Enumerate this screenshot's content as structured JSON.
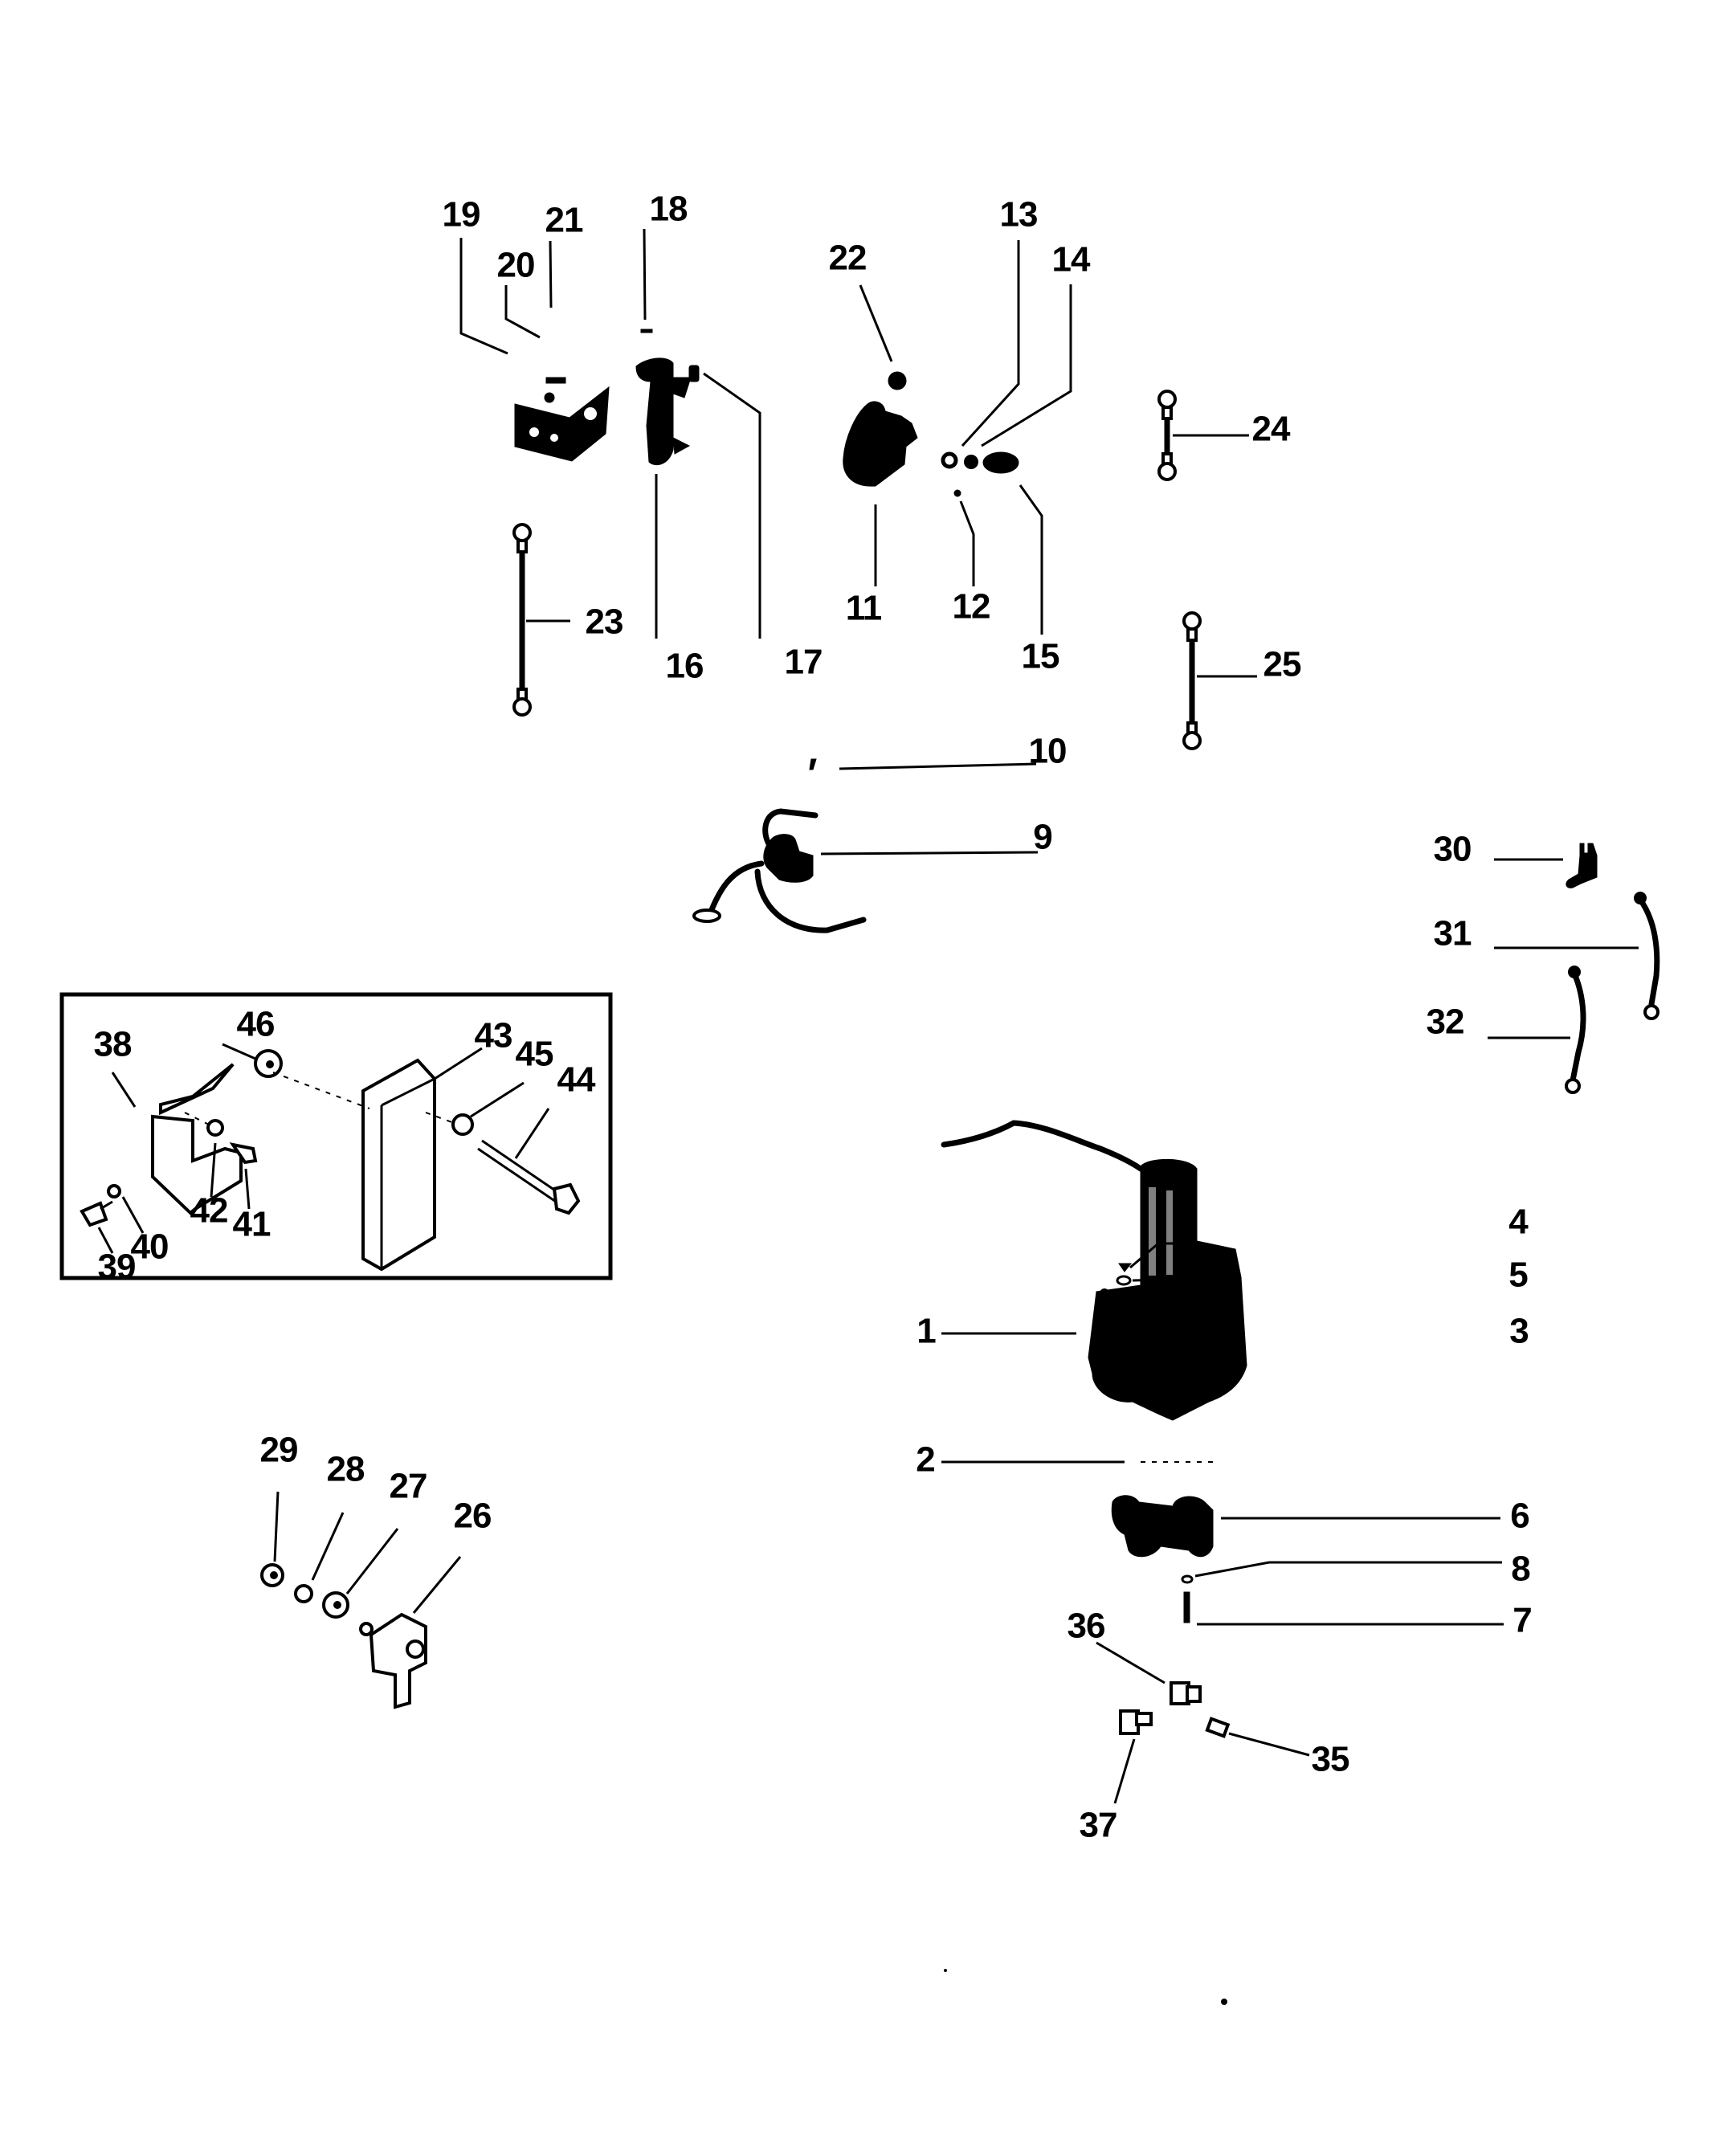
{
  "diagram": {
    "title": "Exploded parts view - trim pump and electrical components",
    "background": "#ffffff",
    "ink_color": "#000000",
    "callouts": [
      {
        "id": "1",
        "label": "1"
      },
      {
        "id": "2",
        "label": "2"
      },
      {
        "id": "3",
        "label": "3"
      },
      {
        "id": "4",
        "label": "4"
      },
      {
        "id": "5",
        "label": "5"
      },
      {
        "id": "6",
        "label": "6"
      },
      {
        "id": "7",
        "label": "7"
      },
      {
        "id": "8",
        "label": "8"
      },
      {
        "id": "9",
        "label": "9"
      },
      {
        "id": "10",
        "label": "10"
      },
      {
        "id": "11",
        "label": "11"
      },
      {
        "id": "12",
        "label": "12"
      },
      {
        "id": "13",
        "label": "13"
      },
      {
        "id": "14",
        "label": "14"
      },
      {
        "id": "15",
        "label": "15"
      },
      {
        "id": "16",
        "label": "16"
      },
      {
        "id": "17",
        "label": "17"
      },
      {
        "id": "18",
        "label": "18"
      },
      {
        "id": "19",
        "label": "19"
      },
      {
        "id": "20",
        "label": "20"
      },
      {
        "id": "21",
        "label": "21"
      },
      {
        "id": "22",
        "label": "22"
      },
      {
        "id": "23",
        "label": "23"
      },
      {
        "id": "24",
        "label": "24"
      },
      {
        "id": "25",
        "label": "25"
      },
      {
        "id": "26",
        "label": "26"
      },
      {
        "id": "27",
        "label": "27"
      },
      {
        "id": "28",
        "label": "28"
      },
      {
        "id": "29",
        "label": "29"
      },
      {
        "id": "30",
        "label": "30"
      },
      {
        "id": "31",
        "label": "31"
      },
      {
        "id": "32",
        "label": "32"
      },
      {
        "id": "35",
        "label": "35"
      },
      {
        "id": "36",
        "label": "36"
      },
      {
        "id": "37",
        "label": "37"
      },
      {
        "id": "38",
        "label": "38"
      },
      {
        "id": "39",
        "label": "39"
      },
      {
        "id": "40",
        "label": "40"
      },
      {
        "id": "41",
        "label": "41"
      },
      {
        "id": "42",
        "label": "42"
      },
      {
        "id": "43",
        "label": "43"
      },
      {
        "id": "44",
        "label": "44"
      },
      {
        "id": "45",
        "label": "45"
      },
      {
        "id": "46",
        "label": "46"
      }
    ],
    "parts": {
      "pump_motor": "pump-motor",
      "pump_reservoir": "reservoir-base",
      "solenoid": "solenoid",
      "switch_bracket": "mounting-bracket",
      "trim_switch": "trim-switch",
      "circuit_breaker": "circuit-breaker",
      "cables": [
        "cable-23",
        "cable-24",
        "cable-25"
      ],
      "harness_leads": [
        "lead-31",
        "lead-32"
      ],
      "connector": "connector-30",
      "fittings": [
        "fitting-35",
        "elbow-36",
        "elbow-37"
      ],
      "inset_assembly": "trim-sender-mount-assembly",
      "lower_left_assembly": "pivot-bracket-assembly"
    }
  }
}
